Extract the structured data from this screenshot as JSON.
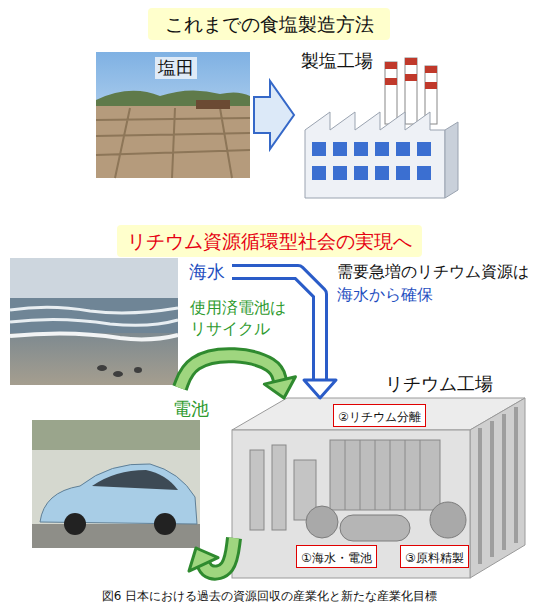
{
  "diagram": {
    "caption": "図6 日本における過去の資源回収の産業化と新たな産業化目標",
    "nodes": [
      {
        "text": [
          "これまでの食塩製造方法"
        ]
      },
      {
        "text": [
          "塩田"
        ]
      },
      {
        "text": [
          "製塩工場"
        ]
      },
      {
        "text": [
          "リチウム資源循環型社会の実現へ"
        ]
      },
      {
        "text": [
          "海水"
        ]
      },
      {
        "text": [
          "電池"
        ]
      },
      {
        "text": [
          "リチウム工場"
        ]
      },
      {
        "text": [
          "②リチウム分離"
        ],
        "in": 6
      },
      {
        "text": [
          "①海水・電池"
        ],
        "in": 6
      },
      {
        "text": [
          "③原料精製"
        ],
        "in": 6
      }
    ],
    "edges": [
      {
        "from": 1,
        "to": 2,
        "arrow": "to"
      },
      {
        "from": 4,
        "to": 6,
        "arrow": "to"
      },
      {
        "from": 5,
        "to": 6,
        "arrow": "to",
        "label": "使用済電池は リサイクル"
      },
      {
        "from": 6,
        "to": 5,
        "arrow": "to"
      }
    ],
    "labels": [
      "需要急増のリチウム資源は",
      "海水から確保"
    ]
  }
}
